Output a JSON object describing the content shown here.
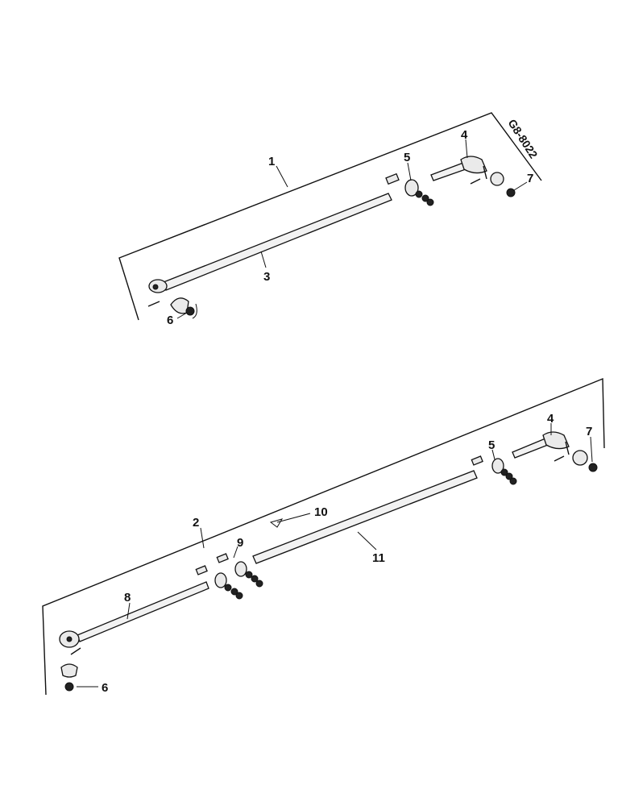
{
  "reference_code": "G8-8022",
  "labels": {
    "top_1": "1",
    "top_3": "3",
    "top_4": "4",
    "top_5": "5",
    "top_6": "6",
    "top_7": "7",
    "bot_2": "2",
    "bot_4": "4",
    "bot_5": "5",
    "bot_6": "6",
    "bot_7": "7",
    "bot_8": "8",
    "bot_9": "9",
    "bot_10": "10",
    "bot_11": "11"
  }
}
